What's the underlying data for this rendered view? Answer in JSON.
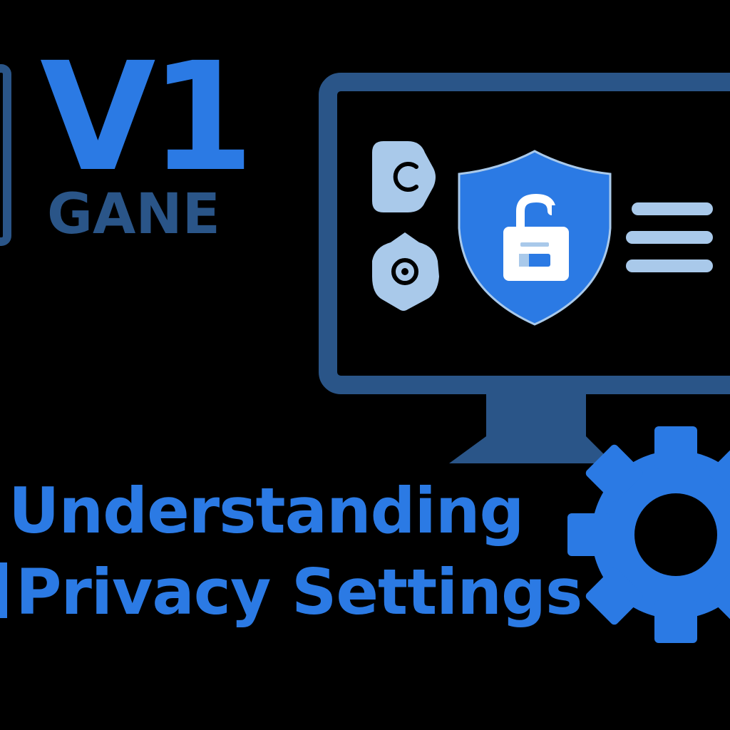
{
  "logo": {
    "mark": "V1",
    "subtitle": "GANE"
  },
  "headline": {
    "line1": "Understanding",
    "line2": "Privacy Settings"
  },
  "icons": {
    "left_top": "copyright-icon",
    "left_bottom": "target-icon",
    "center": "shield-lock-icon",
    "right": "menu-lines-icon",
    "corner": "gear-icon"
  },
  "colors": {
    "background": "#000000",
    "accent_blue": "#2b7ae4",
    "dark_blue": "#2a5588",
    "light_blue": "#a9c9ea"
  }
}
